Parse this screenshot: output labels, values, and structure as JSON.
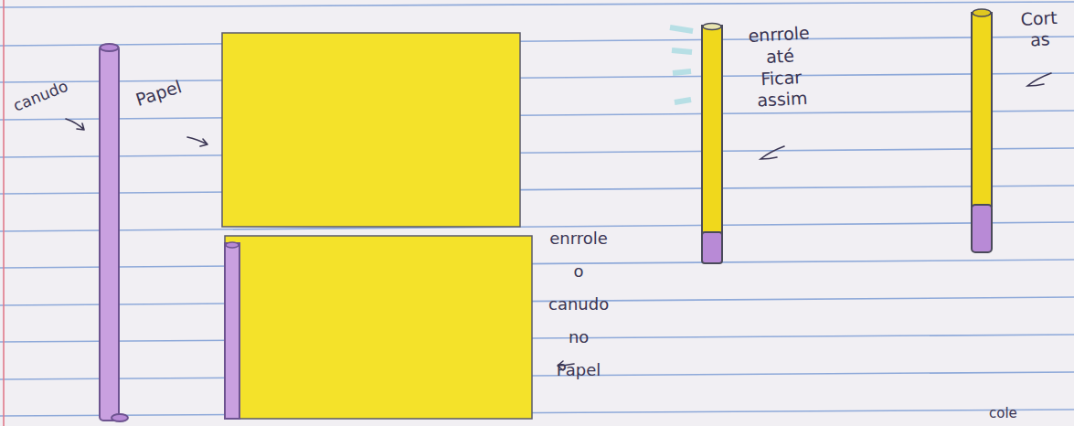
{
  "diagram": {
    "labels": [
      "canudo",
      "Papel",
      "enrrole até Ficar assim",
      "enrrole o canudo no Papel",
      "Cort as",
      "cole"
    ]
  }
}
